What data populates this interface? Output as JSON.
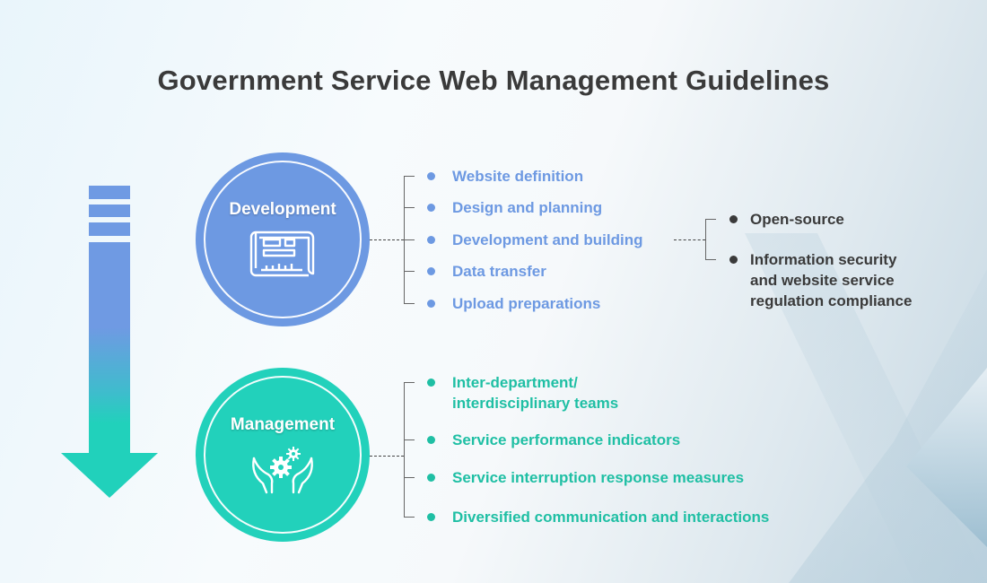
{
  "title": "Government Service Web Management Guidelines",
  "colors": {
    "development": "#6d99e2",
    "management": "#22d1bb",
    "management_text": "#1fbfa4",
    "sub_text": "#3a3a3a"
  },
  "phases": {
    "development": {
      "label": "Development",
      "icon": "blueprint-icon",
      "items": [
        "Website definition",
        "Design and planning",
        "Development and building",
        "Data transfer",
        "Upload preparations"
      ],
      "sub_items": [
        "Open-source",
        "Information security\nand website service\nregulation compliance"
      ]
    },
    "management": {
      "label": "Management",
      "icon": "hands-gears-icon",
      "items": [
        "Inter-department/\ninterdisciplinary teams",
        "Service performance indicators",
        "Service interruption response measures",
        "Diversified communication and interactions"
      ]
    }
  }
}
